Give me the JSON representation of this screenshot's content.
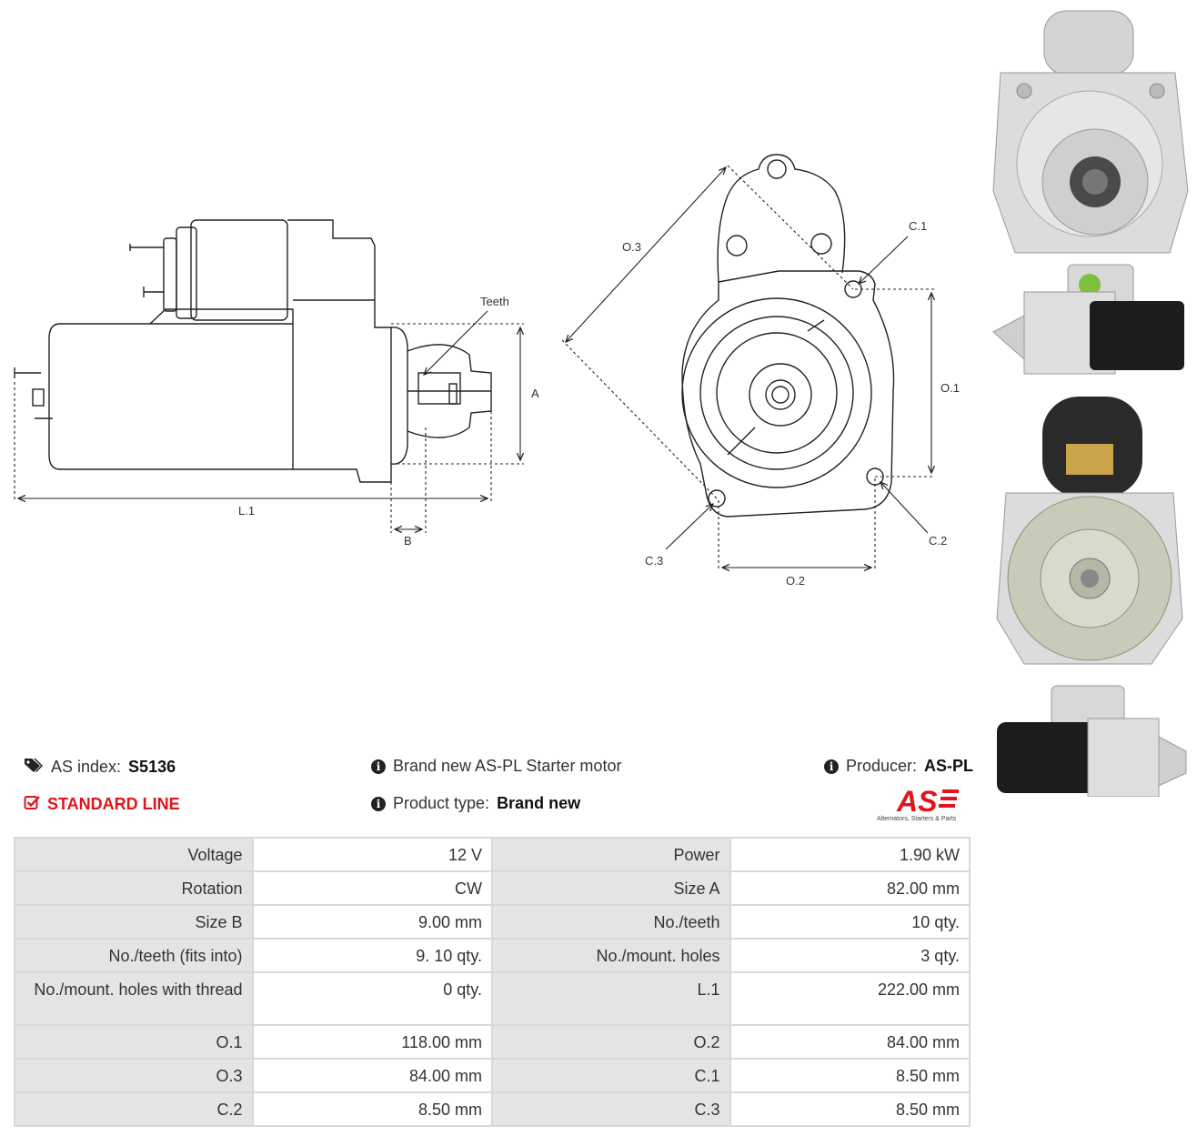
{
  "diagram": {
    "labels": {
      "teeth": "Teeth",
      "a": "A",
      "l1": "L.1",
      "b": "B",
      "o1": "O.1",
      "o2": "O.2",
      "o3": "O.3",
      "c1": "C.1",
      "c2": "C.2",
      "c3": "C.3"
    }
  },
  "product": {
    "as_index_label": "AS index:",
    "as_index_value": "S5136",
    "line": "STANDARD LINE",
    "description": "Brand new AS-PL Starter motor",
    "product_type_label": "Product type:",
    "product_type_value": "Brand new",
    "producer_label": "Producer:",
    "producer_value": "AS-PL"
  },
  "logo": {
    "text": "AS",
    "caption": "Alternators, Starters & Parts",
    "color": "#e0151b"
  },
  "specs": [
    [
      "Voltage",
      "12 V",
      "Power",
      "1.90 kW"
    ],
    [
      "Rotation",
      "CW",
      "Size A",
      "82.00 mm"
    ],
    [
      "Size B",
      "9.00 mm",
      "No./teeth",
      "10 qty."
    ],
    [
      "No./teeth (fits into)",
      "9. 10 qty.",
      "No./mount. holes",
      "3 qty."
    ],
    [
      "No./mount. holes with thread",
      "0 qty.",
      "L.1",
      "222.00 mm"
    ],
    [
      "O.1",
      "118.00 mm",
      "O.2",
      "84.00 mm"
    ],
    [
      "O.3",
      "84.00 mm",
      "C.1",
      "8.50 mm"
    ],
    [
      "C.2",
      "8.50 mm",
      "C.3",
      "8.50 mm"
    ]
  ]
}
